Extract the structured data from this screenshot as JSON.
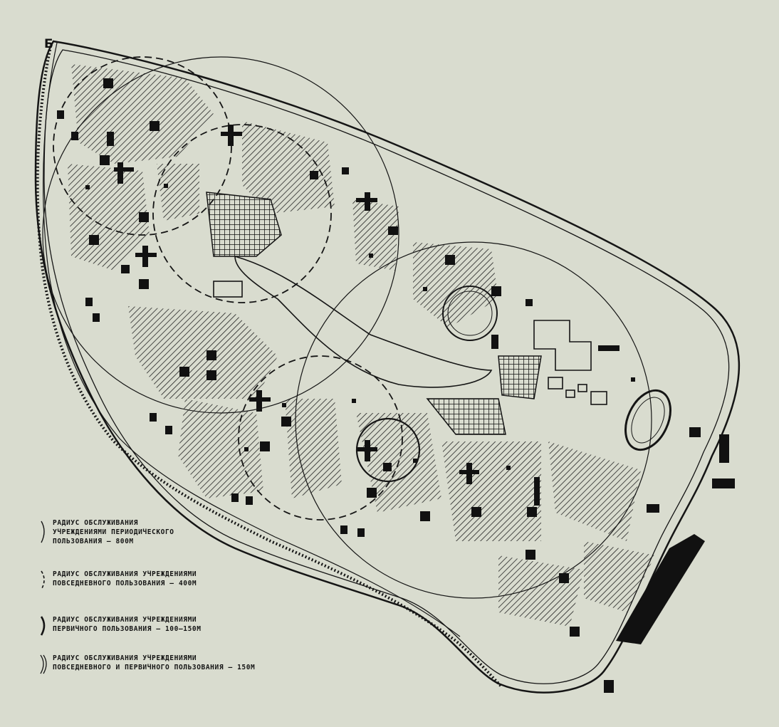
{
  "figure_letter": "Б",
  "colors": {
    "paper": "#d9dccf",
    "ink": "#151515"
  },
  "legend": [
    {
      "symbol": "single-solid-arc",
      "text": "РАДИУС ОБСЛУЖИВАНИЯ\nУЧРЕЖДЕНИЯМИ ПЕРИОДИЧЕСКОГО\nПОЛЬЗОВАНИЯ – 800М"
    },
    {
      "symbol": "dashed-arc",
      "text": "РАДИУС ОБСЛУЖИВАНИЯ УЧРЕЖДЕНИЯМИ\nПОВСЕДНЕВНОГО ПОЛЬЗОВАНИЯ – 400М"
    },
    {
      "symbol": "bold-arc",
      "text": "РАДИУС ОБСЛУЖИВАНИЯ УЧРЕЖДЕНИЯМИ\nПЕРВИЧНОГО ПОЛЬЗОВАНИЯ – 100–150М"
    },
    {
      "symbol": "double-arc",
      "text": "РАДИУС ОБСЛУЖИВАНИЯ УЧРЕЖДЕНИЯМИ\nПОВСЕДНЕВНОГО И ПЕРВИЧНОГО ПОЛЬЗОВАНИЯ – 150М"
    }
  ]
}
